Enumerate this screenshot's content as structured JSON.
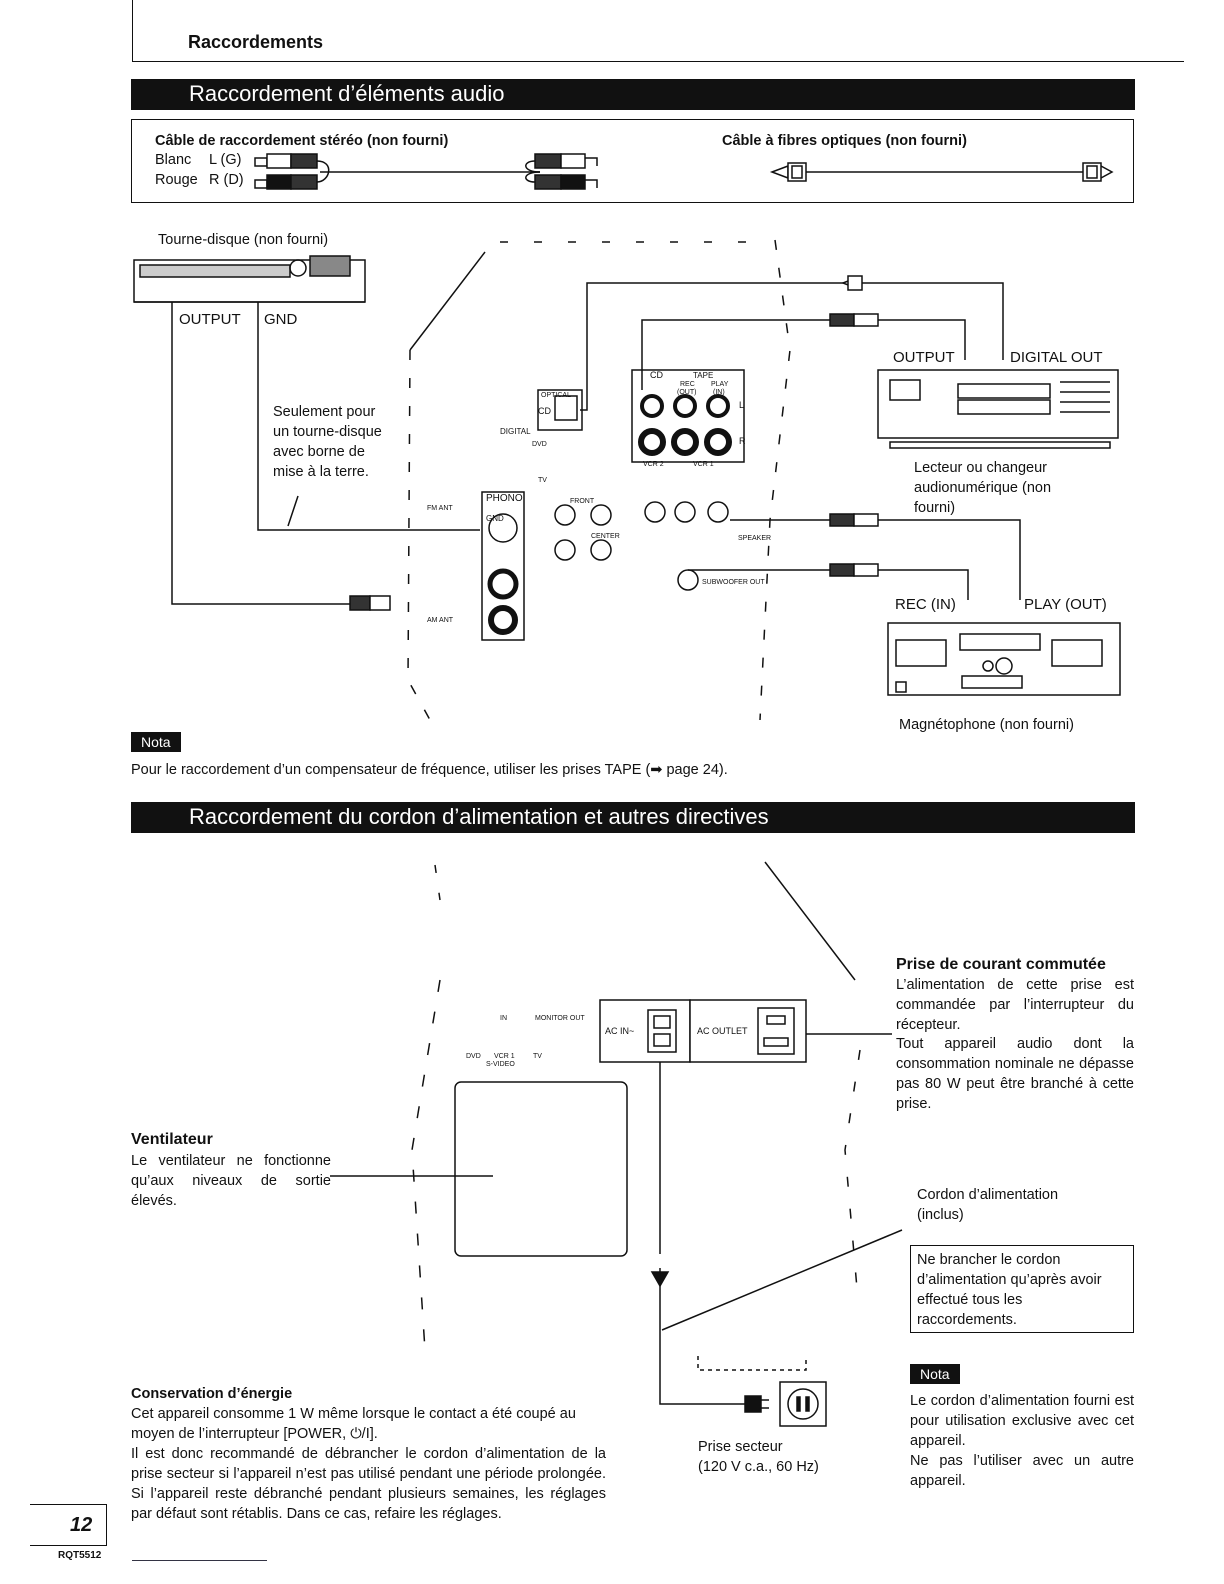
{
  "header": {
    "section_title": "Raccordements"
  },
  "audio": {
    "bar_title": "Raccordement d’éléments audio",
    "stereo_cable_title": "Câble de raccordement stéréo (non fourni)",
    "white_label": "Blanc",
    "white_channel": "L (G)",
    "red_label": "Rouge",
    "red_channel": "R (D)",
    "optical_cable_title": "Câble à fibres optiques (non fourni)",
    "turntable_label": "Tourne-disque (non fourni)",
    "output_label": "OUTPUT",
    "gnd_label": "GND",
    "ground_note": [
      "Seulement pour",
      "un tourne-disque",
      "avec borne de",
      "mise à la terre."
    ],
    "cd_output_label": "OUTPUT",
    "cd_digital_out_label": "DIGITAL OUT",
    "cd_player_label": [
      "Lecteur ou changeur",
      "audionumérique (non",
      "fourni)"
    ],
    "rec_in_label": "REC (IN)",
    "play_out_label": "PLAY (OUT)",
    "tape_deck_label": "Magnétophone (non fourni)",
    "panel": {
      "phono": "PHONO",
      "gnd": "GND",
      "cd": "CD",
      "tape": "TAPE",
      "rec": "REC",
      "rec_out": "(OUT)",
      "play": "PLAY",
      "play_in": "(IN)",
      "digital": "DIGITAL",
      "optical": "OPTICAL",
      "dvd": "DVD",
      "tv": "TV",
      "vcr2": "VCR 2",
      "vcr1": "VCR 1",
      "fm_ant": "FM ANT",
      "am_ant": "AM ANT",
      "front": "FRONT",
      "center": "CENTER",
      "subwoofer": "SUBWOOFER OUT",
      "speaker": "SPEAKER",
      "l": "L",
      "r": "R"
    }
  },
  "nota1": {
    "badge": "Nota",
    "text": "Pour le raccordement d’un compensateur de fréquence, utiliser les prises TAPE (➡ page 24)."
  },
  "power": {
    "bar_title": "Raccordement du cordon d’alimentation et autres directives",
    "switched_outlet_title": "Prise de courant commutée",
    "switched_outlet_text": "L’alimentation de cette prise est commandée par l’interrupteur du récepteur.",
    "switched_outlet_text2": "Tout appareil audio dont la consommation nominale ne dépasse pas 80 W peut être branché à cette prise.",
    "ac_in_label": "AC IN~",
    "ac_outlet_label": "AC OUTLET",
    "fan_title": "Ventilateur",
    "fan_text": "Le ventilateur ne fonctionne qu’aux niveaux de sortie élevés.",
    "cord_label": [
      "Cordon d’alimentation",
      "(inclus)"
    ],
    "warning_box": [
      "Ne brancher le cordon",
      "d’alimentation qu’après avoir",
      "effectué tous les",
      "raccordements."
    ],
    "outlet_label": [
      "Prise secteur",
      "(120 V c.a., 60 Hz)"
    ],
    "energy_title": "Conservation d’énergie",
    "energy_text1": "Cet appareil consomme 1 W même lorsque le contact a été coupé au moyen de l’interrupteur [POWER, ⏻/I].",
    "energy_text2": "Il est donc recommandé de débrancher le cordon d’alimentation de la prise secteur si l’appareil n’est pas utilisé pendant une période prolongée. Si l’appareil reste débranché pendant plusieurs semaines, les réglages par défaut sont rétablis. Dans ce cas, refaire les réglages.",
    "panel_labels": {
      "dvd": "DVD",
      "vcr1": "VCR 1",
      "svideo": "S-VIDEO",
      "tv": "TV",
      "in": "IN",
      "monitor_out": "MONITOR OUT"
    }
  },
  "nota2": {
    "badge": "Nota",
    "text": "Le cordon d’alimentation fourni est pour utilisation exclusive avec cet appareil.",
    "text2": "Ne pas l’utiliser avec un autre appareil."
  },
  "footer": {
    "page_number": "12",
    "doc_code": "RQT5512"
  }
}
